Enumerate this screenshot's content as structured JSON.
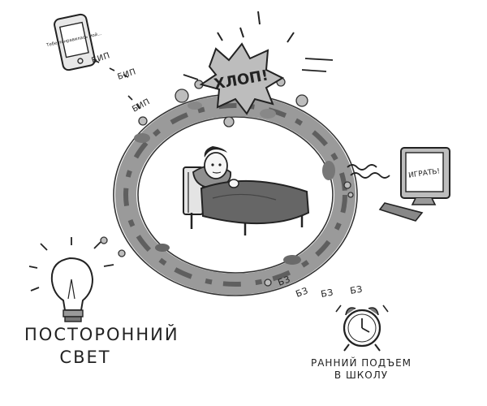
{
  "phone": {
    "screen_text": "Тебе понравилась мой..."
  },
  "beeps": [
    "БИП",
    "БИП",
    "БИП"
  ],
  "bang": "ХЛОП!",
  "monitor": {
    "screen_text": "ИГРАТЬ!"
  },
  "light": {
    "line1": "ПОСТОРОННИЙ",
    "line2": "СВЕТ"
  },
  "snores": [
    "БЗ",
    "БЗ",
    "БЗ",
    "БЗ"
  ],
  "alarm": {
    "line1": "РАННИЙ ПОДЪЕМ",
    "line2": "В ШКОЛУ"
  },
  "colors": {
    "ink": "#222222",
    "gray_dark": "#555555",
    "gray_mid": "#8a8a8a",
    "gray_light": "#c9c9c9",
    "paper": "#ffffff"
  }
}
